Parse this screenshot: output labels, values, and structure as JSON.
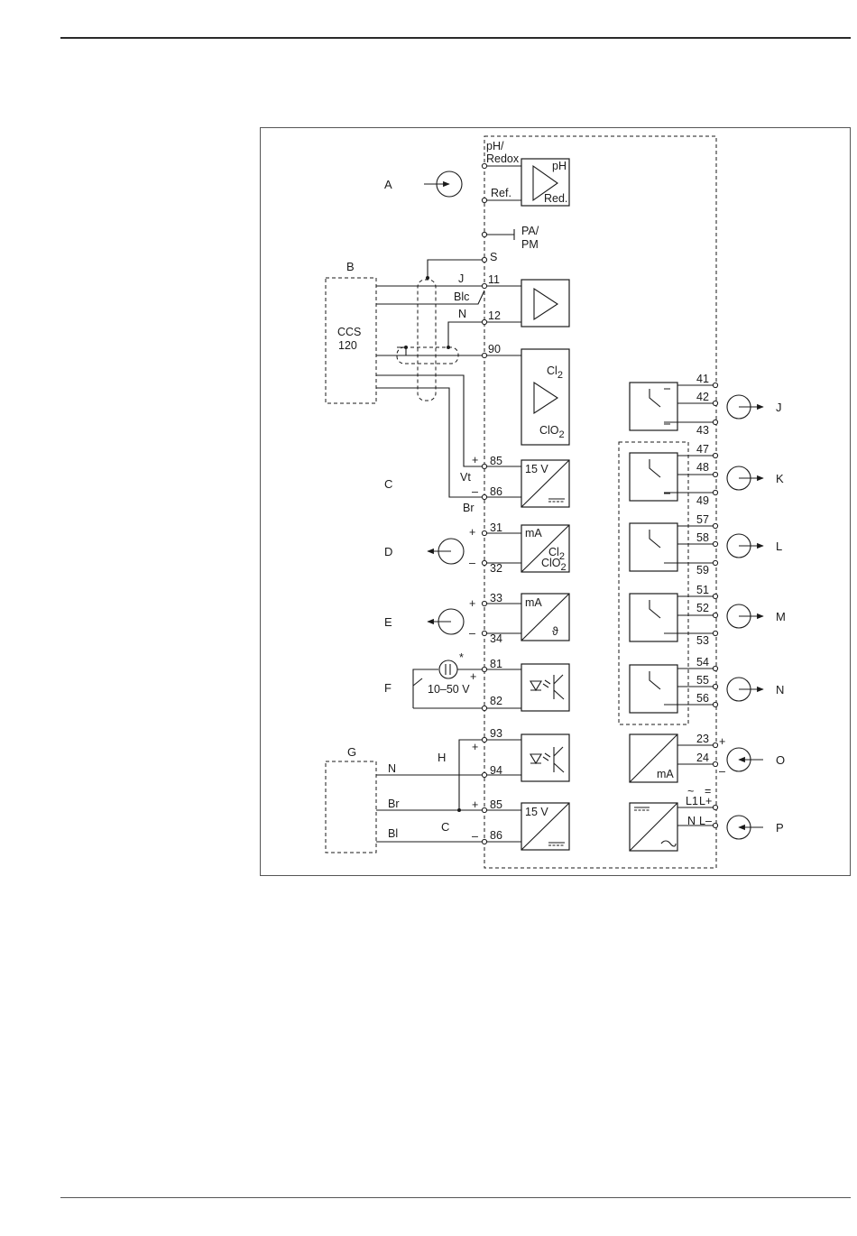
{
  "labels": {
    "A": "A",
    "B": "B",
    "C": "C",
    "C2": "C",
    "D": "D",
    "E": "E",
    "F": "F",
    "G": "G",
    "H": "H",
    "J": "J",
    "K": "K",
    "L": "L",
    "M": "M",
    "N": "N",
    "O": "O",
    "P": "P"
  },
  "terminals": {
    "ph_redox_1": "pH/",
    "ph_redox_2": "Redox",
    "ref": "Ref.",
    "pa_pm_1": "PA/",
    "pa_pm_2": "PM",
    "s": "S",
    "t11": "11",
    "t12": "12",
    "t90": "90",
    "t85": "85",
    "t86": "86",
    "t31": "31",
    "t32": "32",
    "t33": "33",
    "t34": "34",
    "t81": "81",
    "t82": "82",
    "t93": "93",
    "t94": "94",
    "t85b": "85",
    "t86b": "86",
    "t41": "41",
    "t42": "42",
    "t43": "43",
    "t47": "47",
    "t48": "48",
    "t49": "49",
    "t57": "57",
    "t58": "58",
    "t59": "59",
    "t51": "51",
    "t52": "52",
    "t53": "53",
    "t54": "54",
    "t55": "55",
    "t56": "56",
    "t23": "23",
    "t24": "24",
    "l1": "L1",
    "lplus": "L+",
    "n": "N",
    "lminus": "L–",
    "ac_symbol": "~",
    "dc_symbol": "="
  },
  "wires": {
    "j": "J",
    "blc": "Blc",
    "n": "N",
    "vt": "Vt",
    "br": "Br",
    "g_n": "N",
    "g_br": "Br",
    "g_bl": "Bl"
  },
  "blocks": {
    "ph_top": "pH",
    "ph_bottom": "Red.",
    "cl2": "Cl",
    "clo2": "ClO",
    "sub2": "2",
    "v15": "15 V",
    "v15b": "15 V",
    "ma": "mA",
    "ma2": "mA",
    "ma_cl2": "Cl",
    "ma_clo2": "ClO",
    "theta": "ϑ",
    "ma_out": "mA"
  },
  "sensor": {
    "line1": "CCS",
    "line2": "120"
  },
  "input_f": {
    "voltage": "10–50 V",
    "asterisk": "*"
  },
  "polarity": {
    "plus": "+",
    "minus": "–"
  }
}
